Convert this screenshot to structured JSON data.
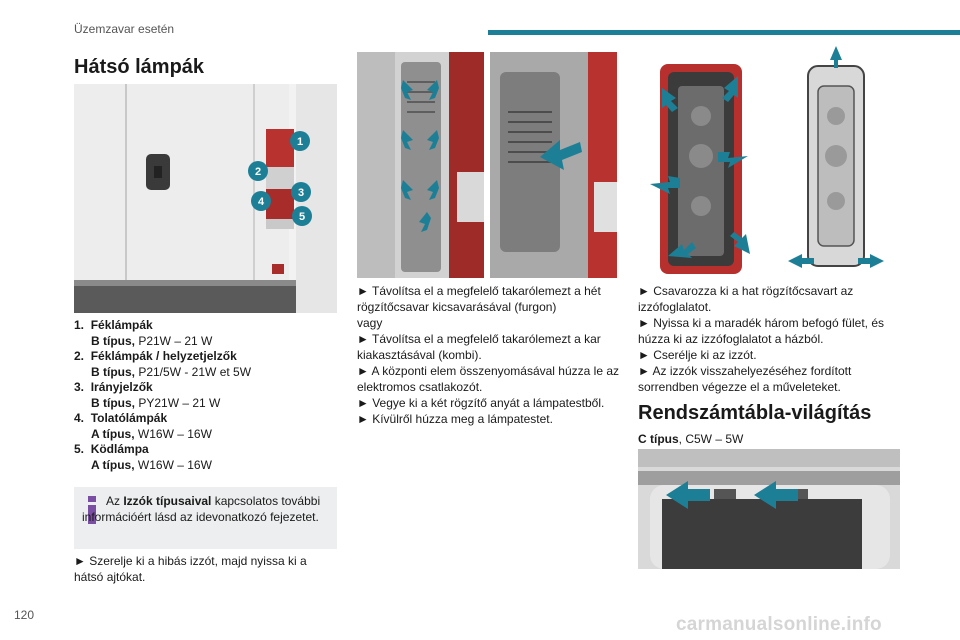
{
  "header": {
    "label": "Üzemzavar esetén",
    "accent": "#1d7f96"
  },
  "section_title": "Hátsó lámpák",
  "callouts": [
    "1",
    "2",
    "3",
    "4",
    "5"
  ],
  "lamp_list": [
    {
      "num": "1.",
      "title": "Féklámpák",
      "spec_type": "B típus,",
      "spec_value": " P21W – 21 W"
    },
    {
      "num": "2.",
      "title": "Féklámpák / helyzetjelzők",
      "spec_type": "B típus,",
      "spec_value": " P21/5W - 21W et 5W"
    },
    {
      "num": "3.",
      "title": "Irányjelzők",
      "spec_type": "B típus,",
      "spec_value": " PY21W – 21 W"
    },
    {
      "num": "4.",
      "title": "Tolatólámpák",
      "spec_type": "A típus,",
      "spec_value": " W16W – 16W"
    },
    {
      "num": "5.",
      "title": "Ködlámpa",
      "spec_type": "A típus,",
      "spec_value": " W16W – 16W"
    }
  ],
  "note": {
    "pre": "Az ",
    "bold": "Izzók típusaival",
    "post": " kapcsolatos további információért lásd az idevonatkozó fejezetet."
  },
  "col1_instruction": "► Szerelje ki a hibás izzót, majd nyissa ki a hátsó ajtókat.",
  "col2_steps": [
    "► Távolítsa el a megfelelő takarólemezt a hét rögzítőcsavar kicsavarásával (furgon)",
    "vagy",
    "► Távolítsa el a megfelelő takarólemezt a kar kiakasztásával (kombi).",
    "► A központi elem összenyomásával húzza le az elektromos csatlakozót.",
    "► Vegye ki a két rögzítő anyát a lámpatestből.",
    "► Kívülről húzza meg a lámpatestet."
  ],
  "col3_steps": [
    "► Csavarozza ki a hat rögzítőcsavart az izzófoglalatot.",
    "► Nyissa ki a maradék három befogó fület, és húzza ki az izzófoglalatot a házból.",
    "► Cserélje ki az izzót.",
    "► Az izzók visszahelyezéséhez fordított sorrendben végezze el a műveleteket."
  ],
  "sub_title": "Rendszámtábla-világítás",
  "plate": {
    "type": "C típus",
    "value": ", C5W – 5W"
  },
  "page_number": "120",
  "watermark": "carmanualsonline.info"
}
